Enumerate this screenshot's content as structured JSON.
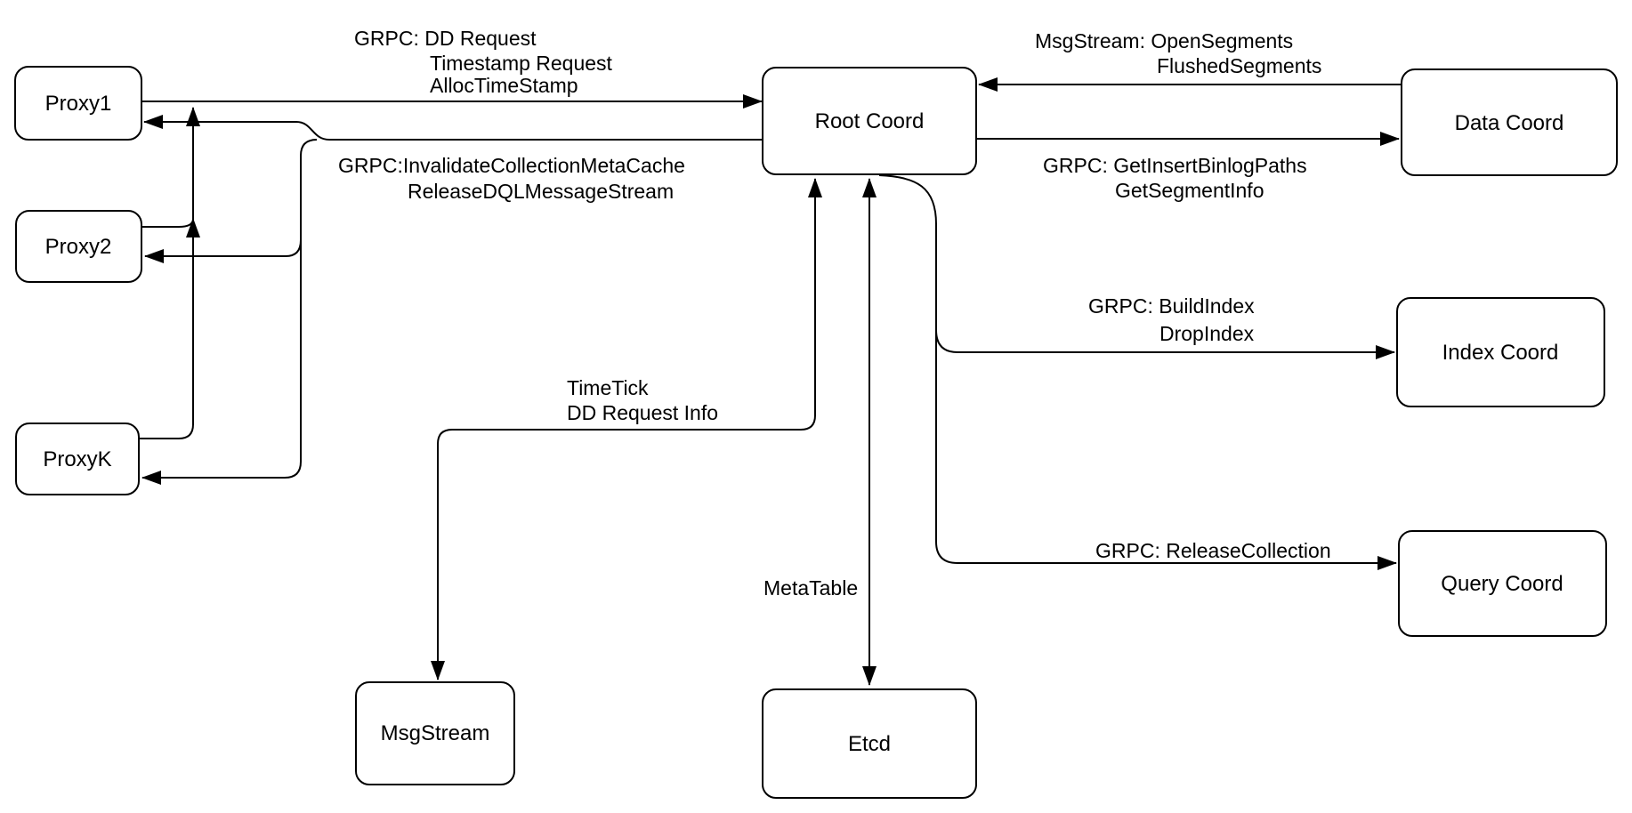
{
  "diagram": {
    "background_color": "#ffffff",
    "line_color": "#000000",
    "nodes": {
      "proxy1": {
        "label": "Proxy1"
      },
      "proxy2": {
        "label": "Proxy2"
      },
      "proxyk": {
        "label": "ProxyK"
      },
      "root_coord": {
        "label": "Root Coord"
      },
      "data_coord": {
        "label": "Data Coord"
      },
      "index_coord": {
        "label": "Index Coord"
      },
      "query_coord": {
        "label": "Query Coord"
      },
      "msgstream": {
        "label": "MsgStream"
      },
      "etcd": {
        "label": "Etcd"
      }
    },
    "edge_labels": {
      "proxy_to_root": [
        "GRPC: DD Request",
        "Timestamp Request",
        "AllocTimeStamp"
      ],
      "root_to_proxies": [
        "GRPC:InvalidateCollectionMetaCache",
        "ReleaseDQLMessageStream"
      ],
      "data_to_root": [
        "MsgStream: OpenSegments",
        "FlushedSegments"
      ],
      "root_to_data": [
        "GRPC: GetInsertBinlogPaths",
        "GetSegmentInfo"
      ],
      "root_to_index": [
        "GRPC: BuildIndex",
        "DropIndex"
      ],
      "root_to_query": [
        "GRPC: ReleaseCollection"
      ],
      "root_to_msgstream": [
        "TimeTick",
        "DD Request Info"
      ],
      "root_to_etcd": [
        "MetaTable"
      ]
    }
  }
}
